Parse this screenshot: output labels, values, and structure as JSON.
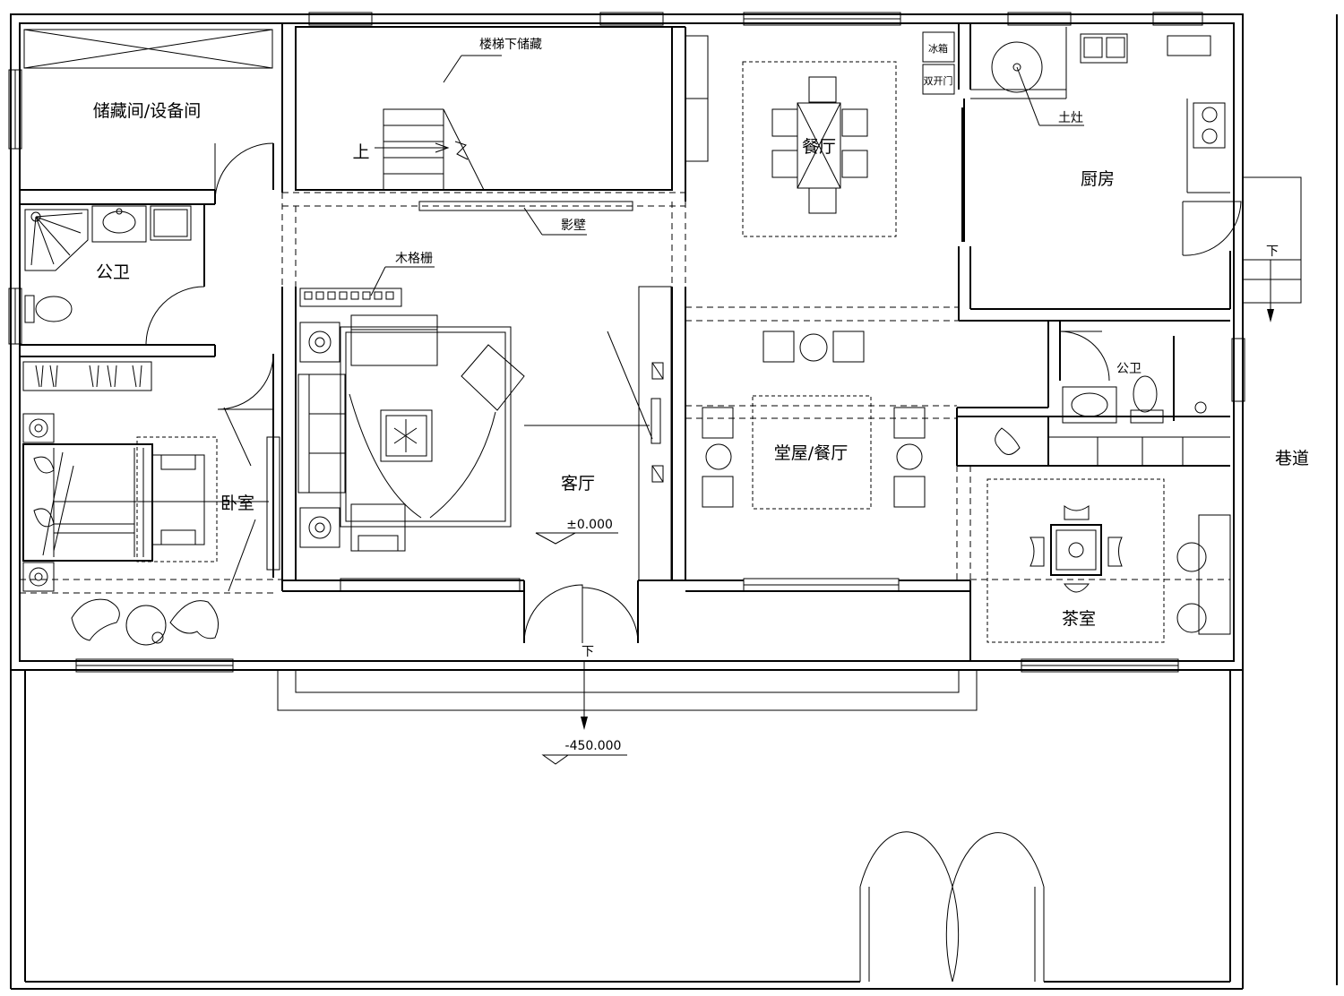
{
  "rooms": {
    "storage": "储藏间/设备间",
    "stair_storage": "楼梯下储藏",
    "public_wc_left": "公卫",
    "bedroom": "卧室",
    "living_room": "客厅",
    "dining_room": "餐厅",
    "hall_dining": "堂屋/餐厅",
    "kitchen": "厨房",
    "public_wc_right": "公卫",
    "tea_room": "茶室",
    "alley": "巷道"
  },
  "annotations": {
    "stair_up": "上",
    "screen_wall": "影壁",
    "wood_grille": "木格栅",
    "earth_stove": "土灶",
    "fridge": "冰箱",
    "double_door": "双开门",
    "down_main": "下",
    "down_side": "下"
  },
  "levels": {
    "indoor": "±0.000",
    "outdoor": "-450.000"
  }
}
